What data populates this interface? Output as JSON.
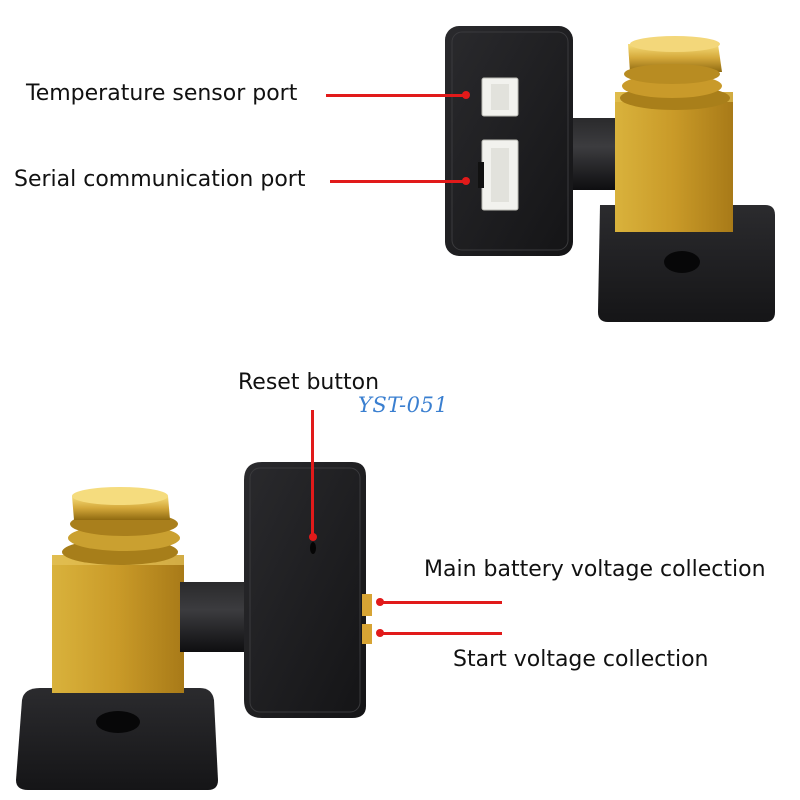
{
  "labels": {
    "temperature_port": "Temperature sensor port",
    "serial_port": "Serial communication port",
    "reset_button": "Reset button",
    "main_battery": "Main battery voltage collection",
    "start_voltage": "Start voltage collection"
  },
  "watermark": "YST-051",
  "colors": {
    "callout": "#e11a1a",
    "watermark": "#3a7fd0",
    "housing": "#1e1e20",
    "brass": "#c9a032"
  }
}
